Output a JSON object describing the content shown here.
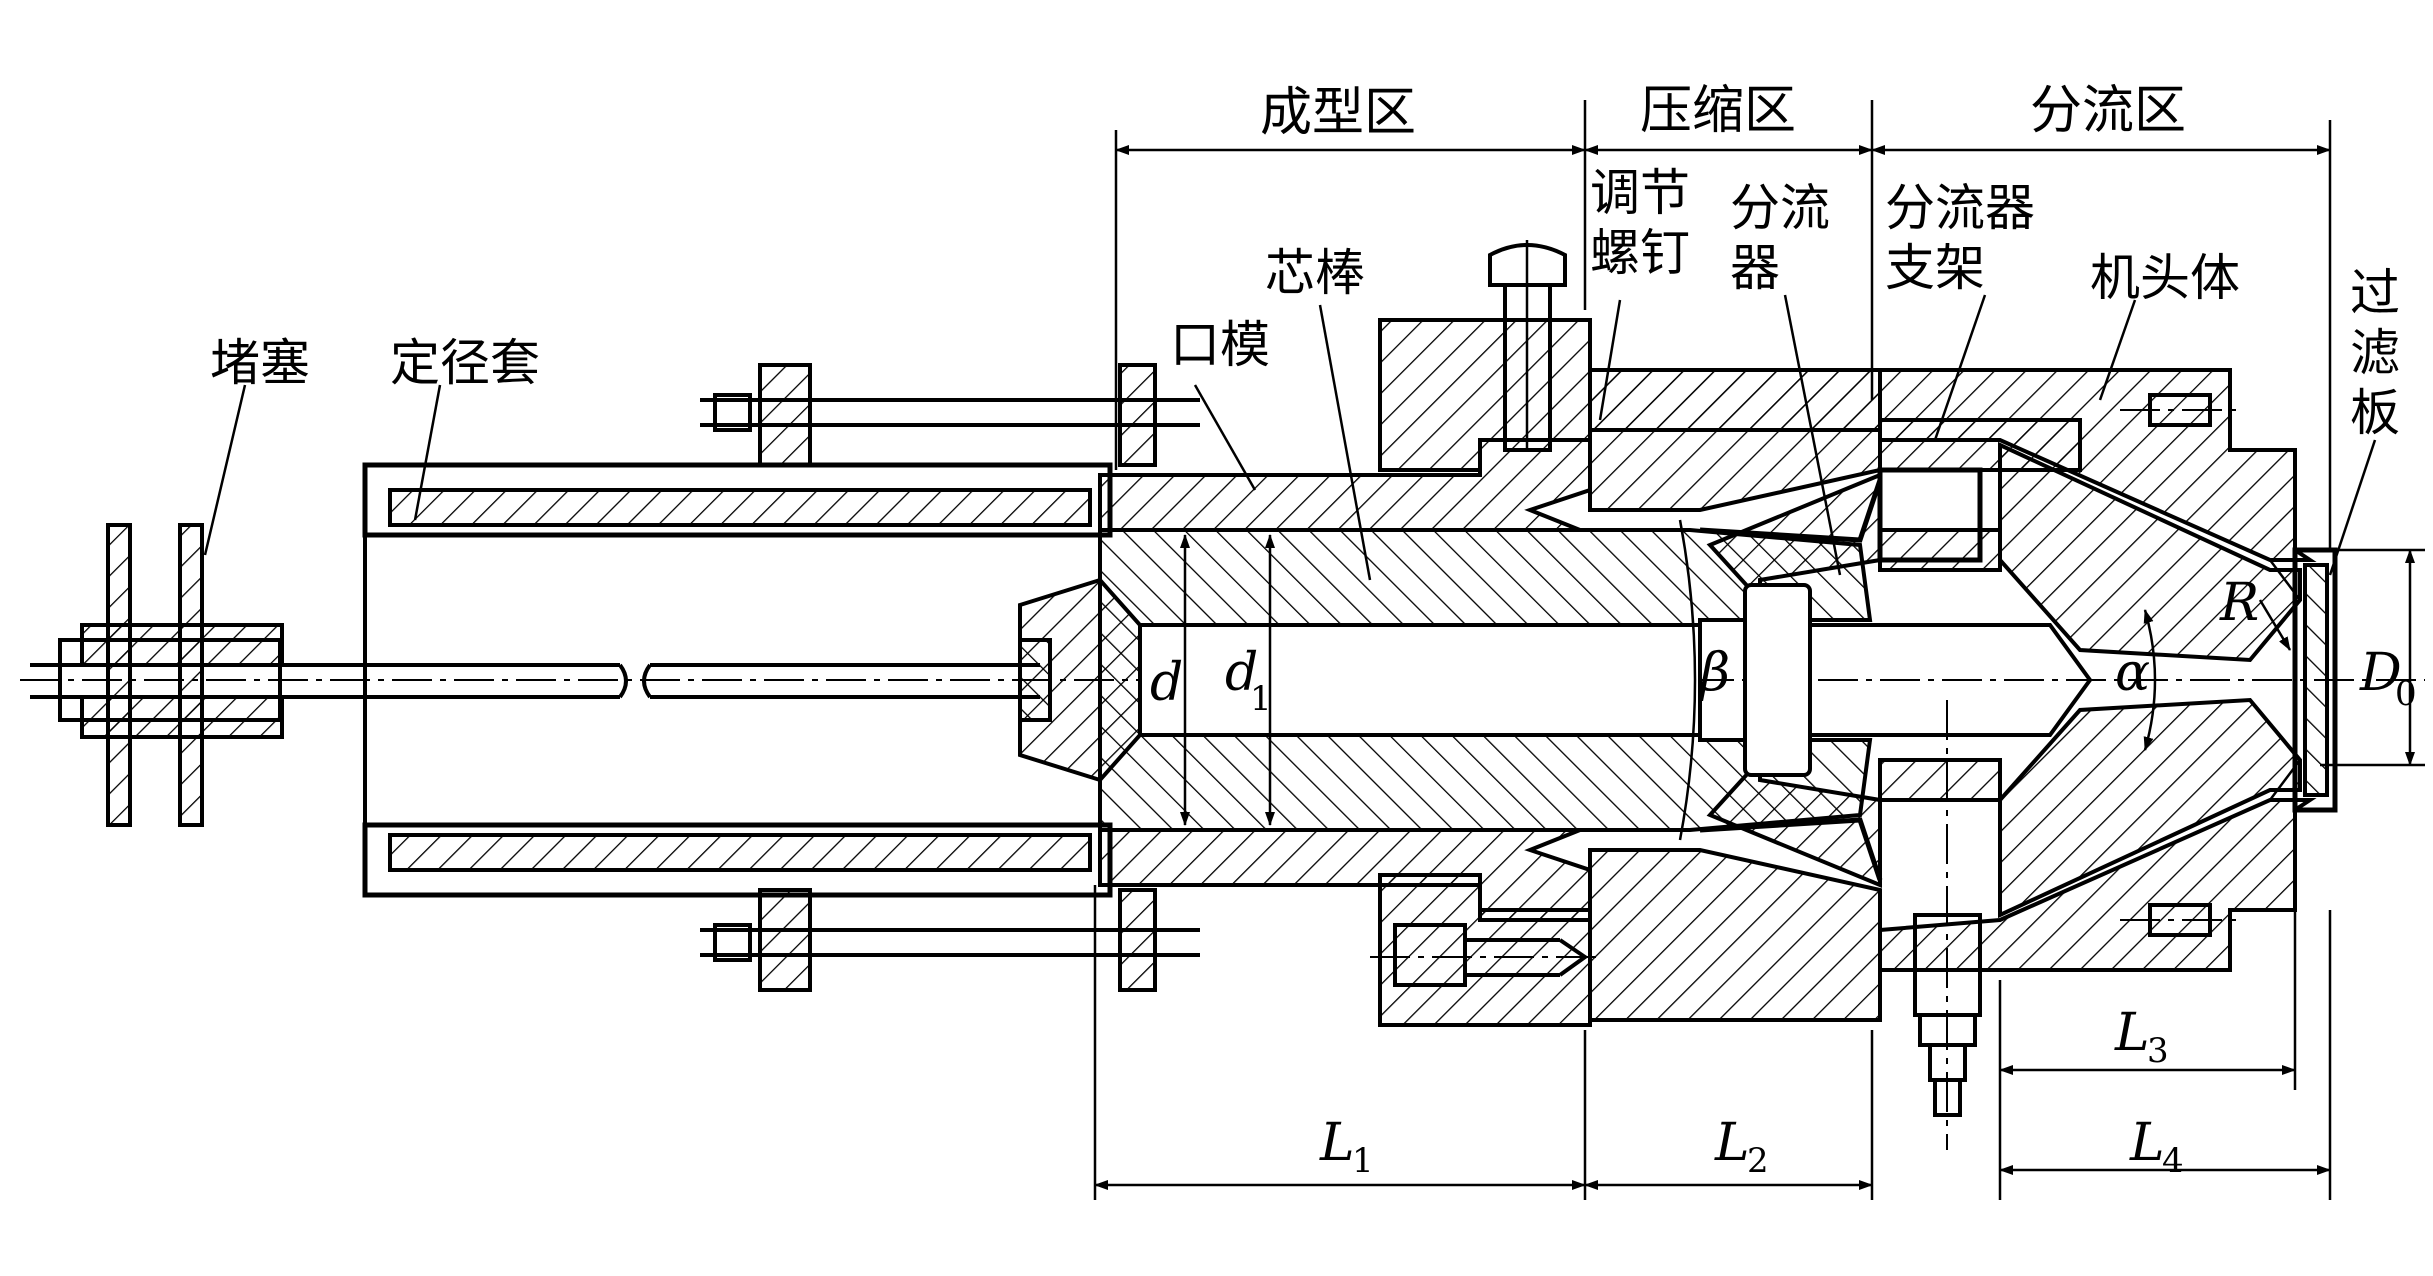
{
  "zones": {
    "forming": "成型区",
    "compression": "压缩区",
    "splitting": "分流区"
  },
  "parts": {
    "plug_label": "堵塞",
    "sizing_sleeve_label": "定径套",
    "die_label": "口模",
    "mandrel_label": "芯棒",
    "adjust_screw_line1": "调节",
    "adjust_screw_line2": "螺钉",
    "splitter_line1": "分流",
    "splitter_line2": "器",
    "splitter_support_line1": "分流器",
    "splitter_support_line2": "支架",
    "head_body_label": "机头体",
    "filter_plate_line1": "过",
    "filter_plate_line2": "滤",
    "filter_plate_line3": "板"
  },
  "dims": {
    "d": "d",
    "d1_main": "d",
    "d1_sub": "1",
    "beta": "β",
    "alpha": "α",
    "R": "R",
    "D0_main": "D",
    "D0_sub": "0",
    "L1_main": "L",
    "L1_sub": "1",
    "L2_main": "L",
    "L2_sub": "2",
    "L3_main": "L",
    "L3_sub": "3",
    "L4_main": "L",
    "L4_sub": "4"
  }
}
